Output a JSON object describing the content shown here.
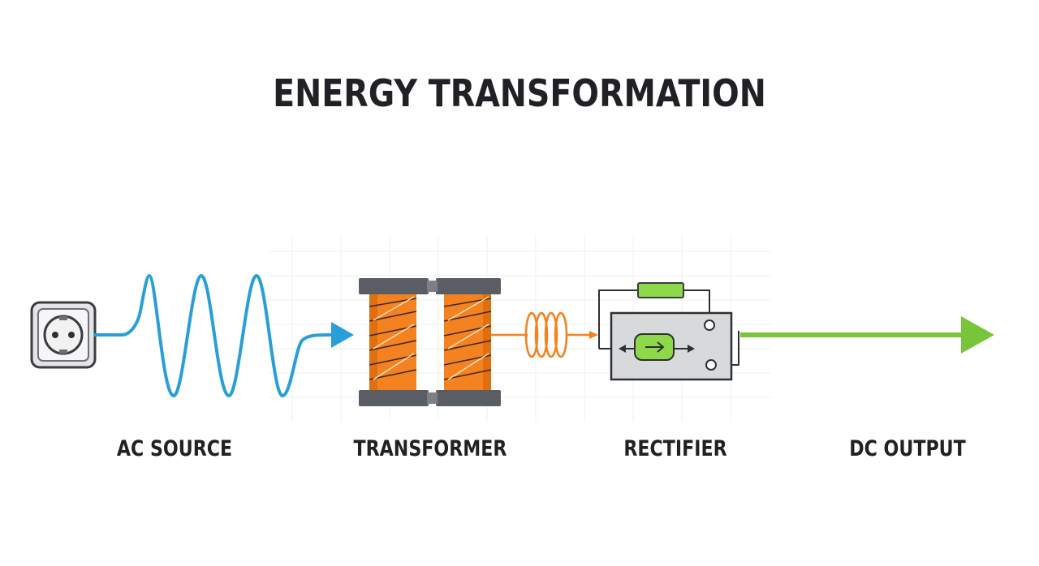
{
  "title": "ENERGY TRANSFORMATION",
  "stages": {
    "ac_source": {
      "label": "AC SOURCE",
      "icon": "power-socket-icon"
    },
    "transformer": {
      "label": "TRANSFORMER",
      "icon": "transformer-coils-icon"
    },
    "rectifier": {
      "label": "RECTIFIER",
      "icon": "rectifier-circuit-icon"
    },
    "dc_output": {
      "label": "DC OUTPUT",
      "icon": "dc-arrow-icon"
    }
  },
  "colors": {
    "ac_wave": "#2a9ed8",
    "coil": "#f58220",
    "core": "#5a5d63",
    "dc": "#78c43a",
    "text": "#1f2124"
  }
}
